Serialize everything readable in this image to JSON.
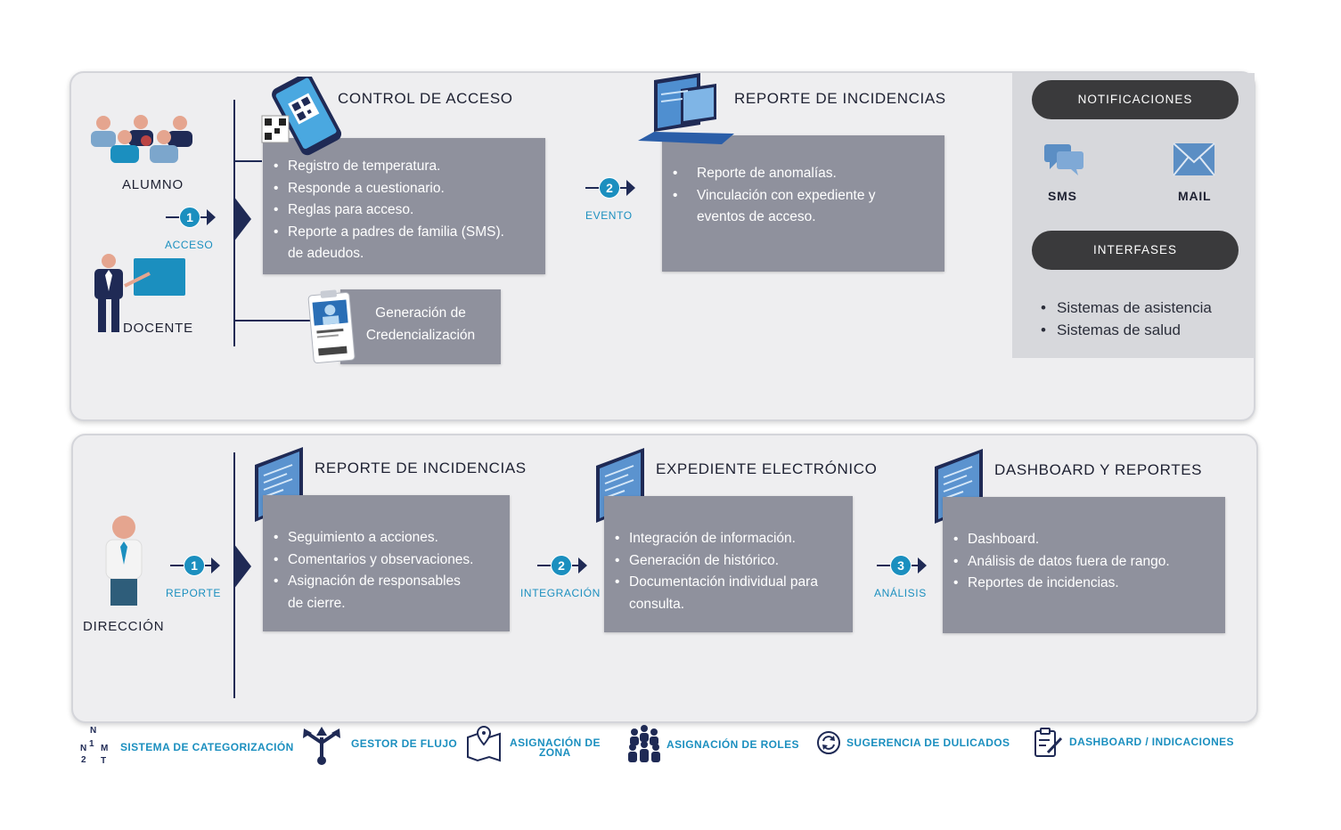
{
  "top": {
    "roles": {
      "alumno": "ALUMNO",
      "docente": "DOCENTE"
    },
    "step1": {
      "num": "1",
      "label": "ACCESO"
    },
    "control": {
      "title": "CONTROL DE ACCESO",
      "items": [
        "Registro de temperatura.",
        "Responde a cuestionario.",
        "Reglas para acceso.",
        "Reporte a padres de familia (SMS).",
        "de adeudos."
      ]
    },
    "credencial": {
      "line1": "Generación de",
      "line2": "Credencialización"
    },
    "step2": {
      "num": "2",
      "label": "EVENTO"
    },
    "incidencias": {
      "title": "REPORTE DE INCIDENCIAS",
      "items": [
        "Reporte de anomalías.",
        "Vinculación con expediente y",
        "eventos de acceso."
      ]
    },
    "notifications": {
      "title": "NOTIFICACIONES",
      "sms": "SMS",
      "mail": "MAIL",
      "interfaces_title": "INTERFASES",
      "interfaces": [
        "Sistemas de asistencia",
        "Sistemas de salud"
      ]
    }
  },
  "bottom": {
    "role": "DIRECCIÓN",
    "step1": {
      "num": "1",
      "label": "REPORTE"
    },
    "incidencias": {
      "title": "REPORTE DE INCIDENCIAS",
      "items": [
        "Seguimiento a acciones.",
        "Comentarios y observaciones.",
        "Asignación de responsables",
        "de cierre."
      ]
    },
    "step2": {
      "num": "2",
      "label": "INTEGRACIÓN"
    },
    "expediente": {
      "title": "EXPEDIENTE ELECTRÓNICO",
      "items": [
        "Integración de información.",
        "Generación de histórico.",
        "Documentación individual para",
        "consulta."
      ]
    },
    "step3": {
      "num": "3",
      "label": "ANÁLISIS"
    },
    "dashboard": {
      "title": "DASHBOARD Y REPORTES",
      "items": [
        "Dashboard.",
        "Análisis de datos fuera de rango.",
        "Reportes de incidencias."
      ]
    }
  },
  "legend": {
    "nm_icon": {
      "n": "N",
      "one": "1",
      "n2": "N",
      "m": "M",
      "two": "2",
      "t": "T"
    },
    "items": [
      "SISTEMA DE CATEGORIZACIÓN",
      "GESTOR DE FLUJO",
      "ASIGNACIÓN DE",
      "ZONA",
      "ASIGNACIÓN DE ROLES",
      "SUGERENCIA DE DULICADOS",
      "DASHBOARD / INDICACIONES"
    ]
  },
  "colors": {
    "navy": "#1f2a55",
    "accent": "#1b8fbf",
    "box": "#8f919d",
    "panel": "#eeeef0"
  }
}
